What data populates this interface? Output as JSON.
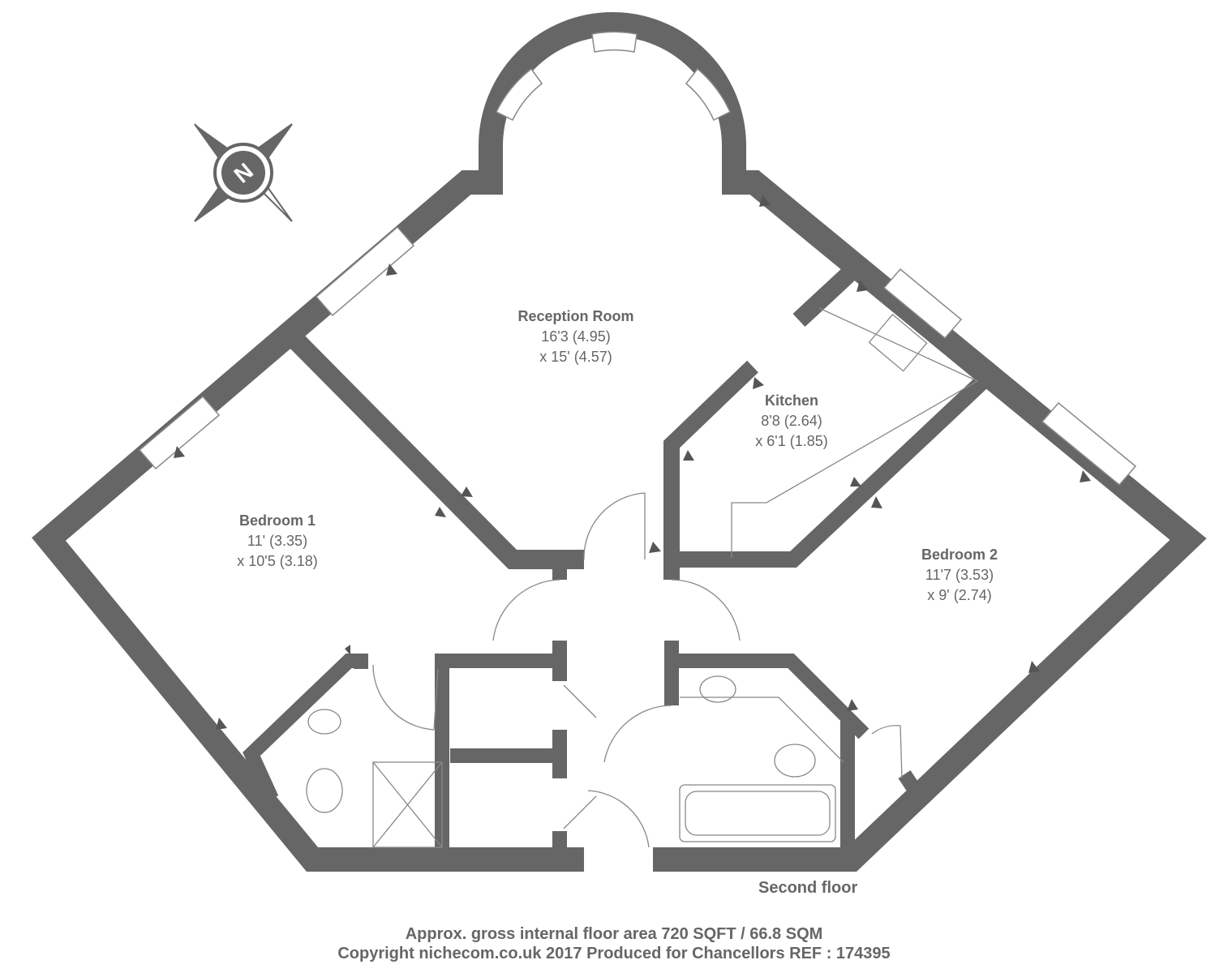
{
  "colors": {
    "wall": "#666666",
    "line": "#888888",
    "background": "#ffffff"
  },
  "compass": {
    "icon": "north-compass-icon",
    "label": "N"
  },
  "rooms": [
    {
      "name": "Reception Room",
      "dim1": "16'3 (4.95)",
      "dim2": "x 15' (4.57)"
    },
    {
      "name": "Kitchen",
      "dim1": "8'8 (2.64)",
      "dim2": "x 6'1 (1.85)"
    },
    {
      "name": "Bedroom 1",
      "dim1": "11' (3.35)",
      "dim2": "x 10'5 (3.18)"
    },
    {
      "name": "Bedroom 2",
      "dim1": "11'7 (3.53)",
      "dim2": "x 9' (2.74)"
    }
  ],
  "floor_label": "Second floor",
  "footer": {
    "area": "Approx. gross internal floor area 720 SQFT / 66.8 SQM",
    "copyright": "Copyright nichecom.co.uk 2017 Produced for Chancellors REF : 174395"
  }
}
